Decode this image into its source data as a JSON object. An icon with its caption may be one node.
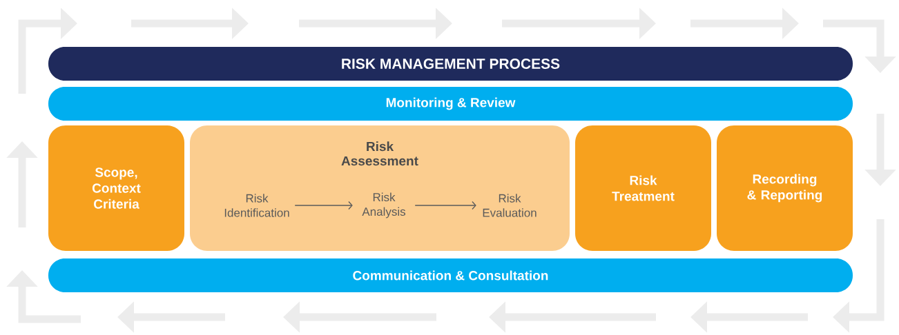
{
  "diagram": {
    "nodes": [
      {
        "text": [
          "RISK MANAGEMENT PROCESS"
        ]
      },
      {
        "text": [
          "Monitoring & Review"
        ]
      },
      {
        "text": [
          "Scope, Context Criteria"
        ]
      },
      {
        "text": [
          "Risk Assessment"
        ]
      },
      {
        "text": [
          "Risk Identification"
        ],
        "in": 3
      },
      {
        "text": [
          "Risk Analysis"
        ],
        "in": 3
      },
      {
        "text": [
          "Risk Evaluation"
        ],
        "in": 3
      },
      {
        "text": [
          "Risk Treatment"
        ]
      },
      {
        "text": [
          "Recording & Reporting"
        ]
      },
      {
        "text": [
          "Communication & Consultation"
        ]
      }
    ],
    "edges": [
      {
        "from": 4,
        "to": 5,
        "arrow": "to"
      },
      {
        "from": 5,
        "to": 6,
        "arrow": "to"
      }
    ]
  }
}
